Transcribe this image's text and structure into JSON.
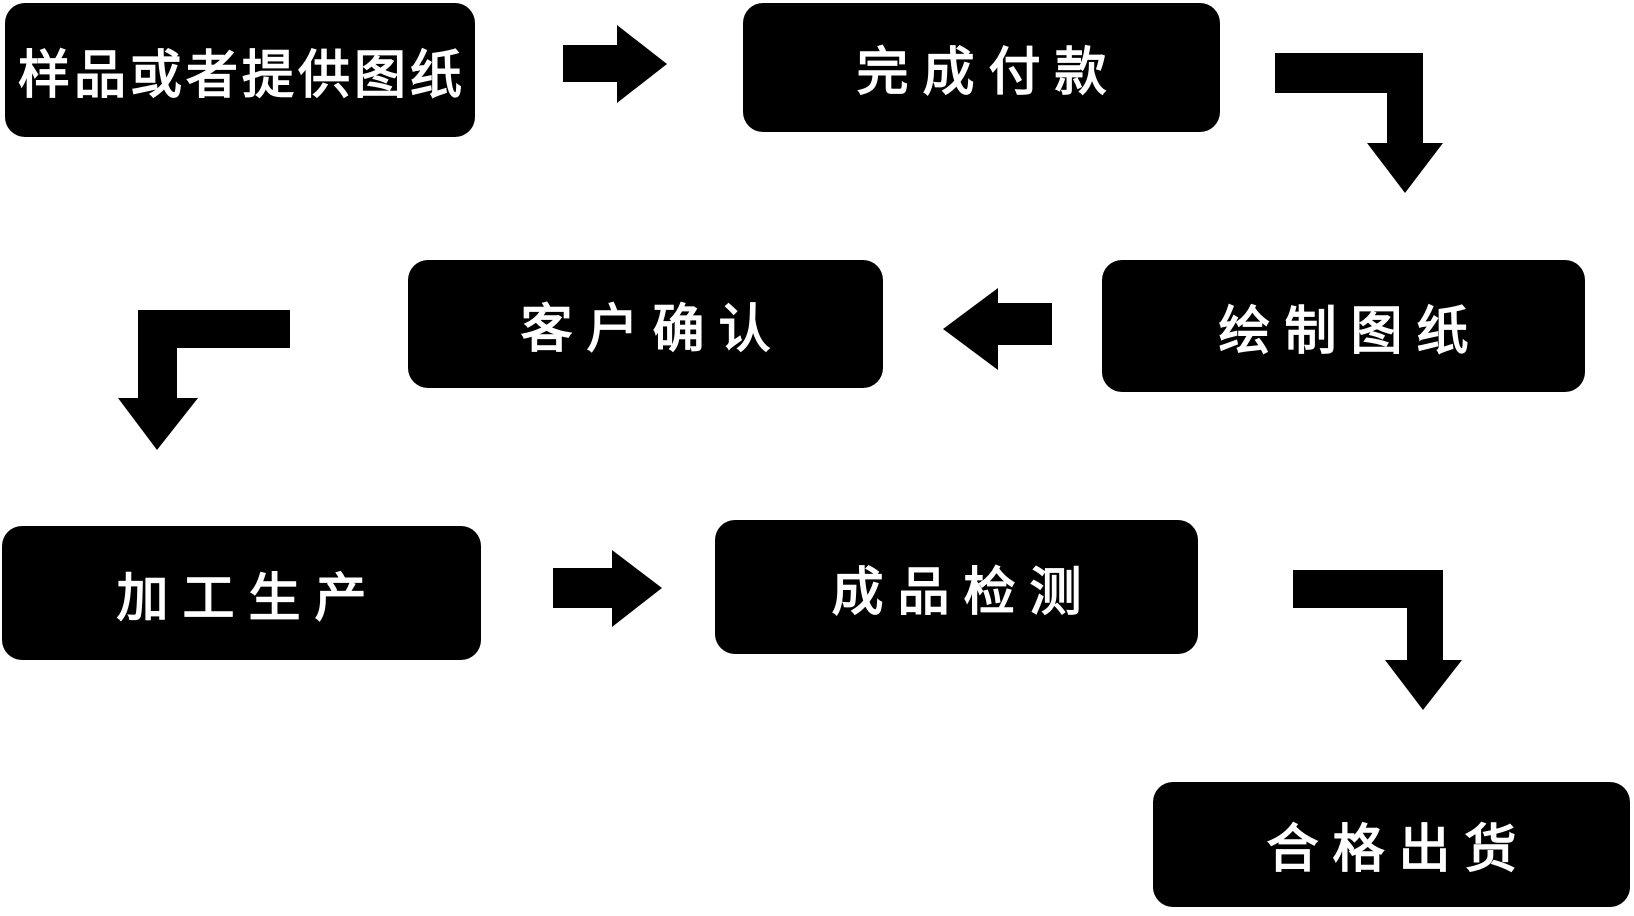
{
  "diagram": {
    "title": "production-process-flowchart",
    "background_color": "#ffffff",
    "node_fill_color": "#000000",
    "node_text_color": "#ffffff",
    "nodes": [
      {
        "id": "sample",
        "label": "样品或者提供图纸"
      },
      {
        "id": "payment",
        "label": "完成付款"
      },
      {
        "id": "confirm",
        "label": "客户确认"
      },
      {
        "id": "draw",
        "label": "绘制图纸"
      },
      {
        "id": "produce",
        "label": "加工生产"
      },
      {
        "id": "inspect",
        "label": "成品检测"
      },
      {
        "id": "ship",
        "label": "合格出货"
      }
    ],
    "connections": [
      {
        "from": "样品或者提供图纸",
        "to": "完成付款",
        "arrow": "right"
      },
      {
        "from": "完成付款",
        "to": "绘制图纸",
        "arrow": "elbow-right-down"
      },
      {
        "from": "绘制图纸",
        "to": "客户确认",
        "arrow": "left"
      },
      {
        "from": "客户确认",
        "to": "加工生产",
        "arrow": "elbow-left-down"
      },
      {
        "from": "加工生产",
        "to": "成品检测",
        "arrow": "right"
      },
      {
        "from": "成品检测",
        "to": "合格出货",
        "arrow": "elbow-right-down"
      }
    ]
  }
}
